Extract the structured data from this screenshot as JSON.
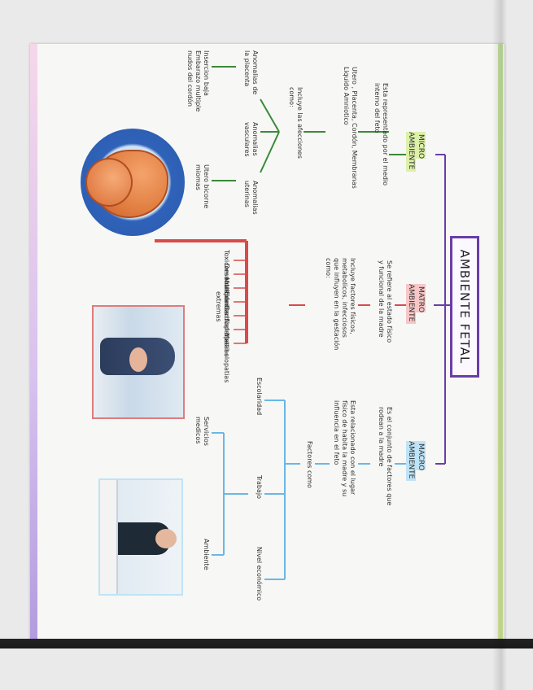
{
  "title": "AMBIENTE FETAL",
  "colors": {
    "purple": "#6a3da8",
    "green": "#3a8a3a",
    "pink": "#d94b4b",
    "blue": "#6ab7e6",
    "highlight_green": "#dcf0a8",
    "highlight_pink": "#f7c6c6",
    "highlight_blue": "#bfe3f6"
  },
  "micro": {
    "label": "MICRO\nAMBIENTE",
    "definition": "Esta representado por el medio\ninterno del feto",
    "components": "Utero , Placenta, Cordón, Membranas\nLiquido Amniotico",
    "includes": "Incluye las afecciones\ncomo:",
    "conditions": [
      "Anomalias de\nla placenta",
      "Anomalias\nvasculares",
      "Anomalias\nuterinas",
      "Insercion baja\nEmbarazo multiple\nnudos del cordón",
      "Utero bicorne\nmiomas"
    ]
  },
  "matro": {
    "label": "MATRO\nAMBIENTE",
    "definition": "Se refiere al estado físico\ny funcional de la madre",
    "includes": "Incluye factores físicos,\nmetabolicos, infecciosos\nque influyen en la gestación\ncomo:",
    "items": [
      "Toxicomanias",
      "Desnutrición",
      "Multiparidad",
      "Edades extremas",
      "Cardiopatias",
      "Nefropatias",
      "Metabolopatias"
    ]
  },
  "macro": {
    "label": "MACRO\nAMBIENTE",
    "definition": "Es el conjunto de factores que\nrodean a la madre",
    "description": "Esta relacionado con el lugar\nfísico de habita la madre y su\ninfluencia en el feto",
    "factors_label": "Factores como",
    "factors": [
      "Escolaridad",
      "Trabajo",
      "Nivel económico",
      "Servicios\nmedicos",
      "Ambiente"
    ]
  }
}
